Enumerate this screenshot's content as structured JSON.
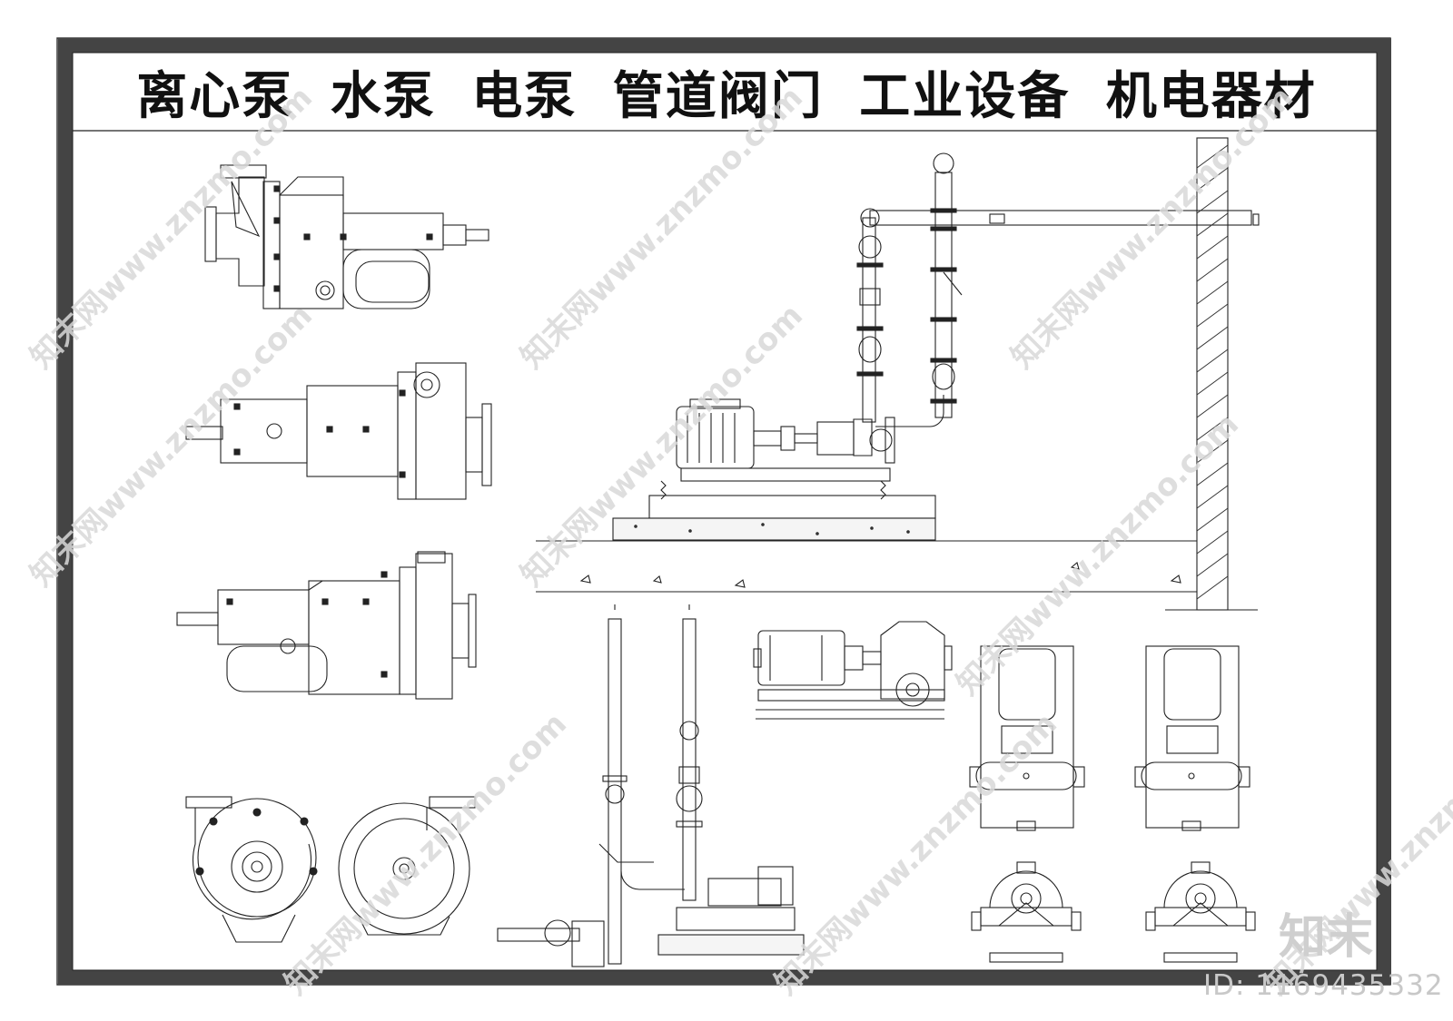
{
  "title": "离心泵  水泵  电泵  管道阀门  工业设备  机电器材",
  "watermark": {
    "site": "知末网www.znzmo.com",
    "logo": "知末",
    "id": "ID: 1169435332"
  },
  "colors": {
    "line": "#1a1a1a",
    "hatch": "#333333",
    "watermark": "#d0d0d0",
    "concrete": "#f2f2f2"
  }
}
